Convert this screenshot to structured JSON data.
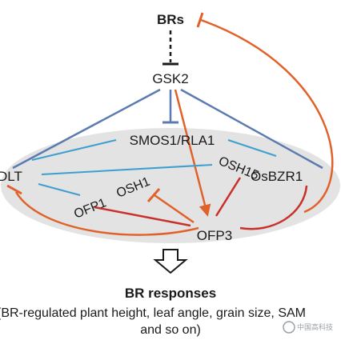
{
  "nodes": {
    "brs": "BRs",
    "gsk2": "GSK2",
    "smos1": "SMOS1/RLA1",
    "dlt": "DLT",
    "osh1": "OSH1",
    "osh15": "OSH15",
    "osbzr1": "OsBZR1",
    "ofp1": "OFP1",
    "ofp3": "OFP3"
  },
  "responses": {
    "title": "BR responses",
    "line1": "(BR-regulated plant height, leaf angle, grain size, SAM",
    "line2": "and so on)"
  },
  "watermark": "中国高科技",
  "colors": {
    "blue": "#5b7bb0",
    "light_blue": "#3d9fd0",
    "orange": "#e0622a",
    "red": "#c9302c",
    "ellipse": "#e3e3e3",
    "text": "#1a1a1a"
  }
}
